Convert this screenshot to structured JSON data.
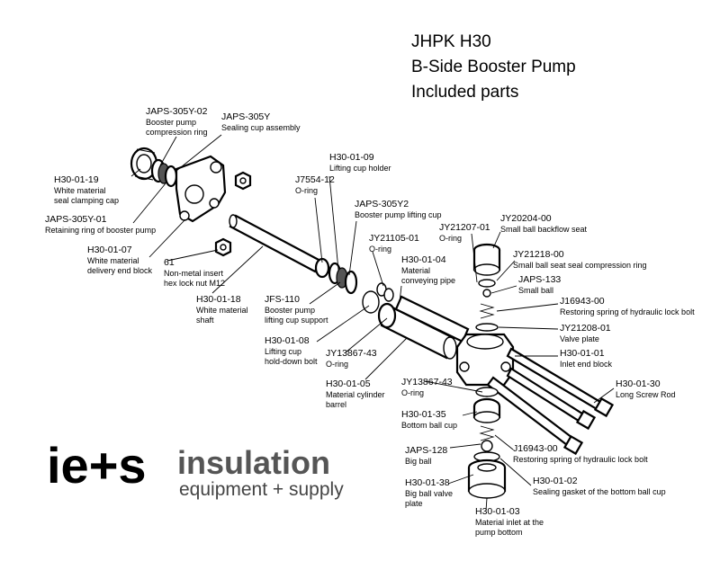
{
  "title": {
    "line1": "JHPK H30",
    "line2": "B-Side Booster Pump",
    "line3": "Included parts"
  },
  "logo": {
    "brand": "ie+s",
    "word": "insulation",
    "tagline": "equipment + supply"
  },
  "labels": [
    {
      "code": "JAPS-305Y-02",
      "desc": [
        "Booster pump",
        "compression ring"
      ]
    },
    {
      "code": "JAPS-305Y",
      "desc": [
        "Sealing cup assembly"
      ]
    },
    {
      "code": "H30-01-19",
      "desc": [
        "White material",
        "seal clamping cap"
      ]
    },
    {
      "code": "JAPS-305Y-01",
      "desc": [
        "Retaining ring of booster pump"
      ]
    },
    {
      "code": "H30-01-07",
      "desc": [
        "White material",
        "delivery end block"
      ]
    },
    {
      "code": "61",
      "desc": [
        "Non-metal insert",
        "hex lock nut M12"
      ]
    },
    {
      "code": "H30-01-09",
      "desc": [
        "Lifting cup holder"
      ]
    },
    {
      "code": "J7554-12",
      "desc": [
        "O-ring"
      ]
    },
    {
      "code": "JAPS-305Y2",
      "desc": [
        "Booster pump lifting cup"
      ]
    },
    {
      "code": "H30-01-18",
      "desc": [
        "White material",
        "shaft"
      ]
    },
    {
      "code": "JFS-110",
      "desc": [
        "Booster pump",
        "lifting cup support"
      ]
    },
    {
      "code": "H30-01-08",
      "desc": [
        "Lifting cup",
        "hold-down bolt"
      ]
    },
    {
      "code": "JY21105-01",
      "desc": [
        "O-ring"
      ]
    },
    {
      "code": "H30-01-04",
      "desc": [
        "Material",
        "conveying pipe"
      ]
    },
    {
      "code": "JY13867-43",
      "desc": [
        "O-ring"
      ]
    },
    {
      "code": "H30-01-05",
      "desc": [
        "Material cylinder",
        "barrel"
      ]
    },
    {
      "code": "JY13867-43",
      "desc": [
        "O-ring"
      ]
    },
    {
      "code": "H30-01-35",
      "desc": [
        "Bottom ball cup"
      ]
    },
    {
      "code": "JAPS-128",
      "desc": [
        "Big ball"
      ]
    },
    {
      "code": "H30-01-38",
      "desc": [
        "Big ball valve",
        "plate"
      ]
    },
    {
      "code": "H30-01-03",
      "desc": [
        "Material inlet at the",
        "pump bottom"
      ]
    },
    {
      "code": "JY21207-01",
      "desc": [
        "O-ring"
      ]
    },
    {
      "code": "JY20204-00",
      "desc": [
        "Small ball backflow seat"
      ]
    },
    {
      "code": "JY21218-00",
      "desc": [
        "Small ball seat seal compression ring"
      ]
    },
    {
      "code": "JAPS-133",
      "desc": [
        "Small ball"
      ]
    },
    {
      "code": "J16943-00",
      "desc": [
        "Restoring spring of hydraulic lock bolt"
      ]
    },
    {
      "code": "JY21208-01",
      "desc": [
        "Valve plate"
      ]
    },
    {
      "code": "H30-01-01",
      "desc": [
        "Inlet end block"
      ]
    },
    {
      "code": "H30-01-30",
      "desc": [
        "Long Screw Rod"
      ]
    },
    {
      "code": "J16943-00",
      "desc": [
        "Restoring spring of hydraulic lock bolt"
      ]
    },
    {
      "code": "H30-01-02",
      "desc": [
        "Sealing gasket of the bottom ball cup"
      ]
    }
  ]
}
